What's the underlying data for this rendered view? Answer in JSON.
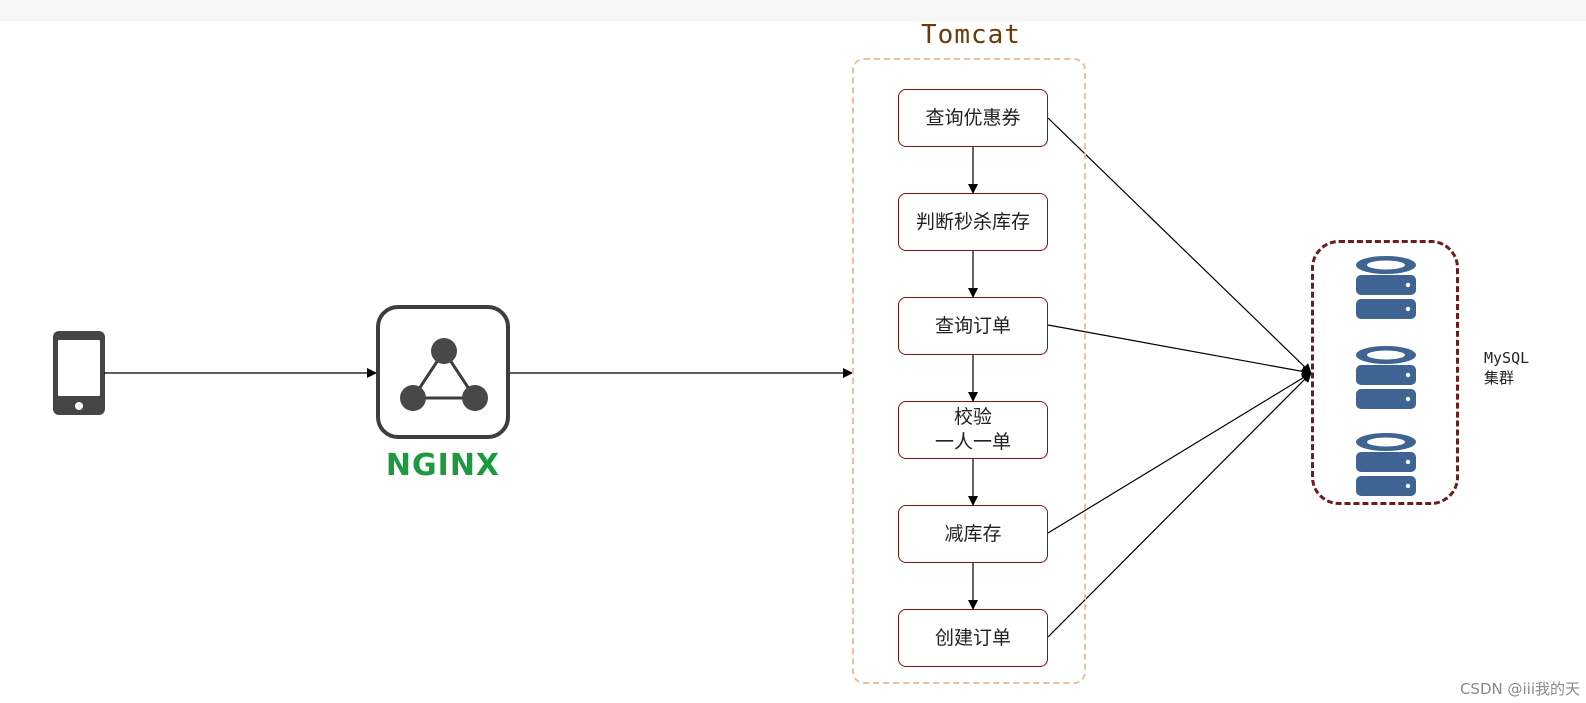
{
  "tomcat": {
    "title": "Tomcat",
    "steps": [
      "查询优惠券",
      "判断秒杀库存",
      "查询订单",
      "校验\n一人一单",
      "减库存",
      "创建订单"
    ]
  },
  "nginx": {
    "label": "NGINX"
  },
  "mysql": {
    "label": "MySQL\n集群"
  },
  "client": {
    "icon": "phone-icon"
  },
  "watermark": "CSDN @iii我的天",
  "colors": {
    "step_border": "#7b1318",
    "tomcat_frame": "#edbf9c",
    "tomcat_title": "#6b3a06",
    "mysql_frame": "#6d1a20",
    "db_icon": "#3f6393",
    "nginx_green": "#1a9b3d"
  }
}
